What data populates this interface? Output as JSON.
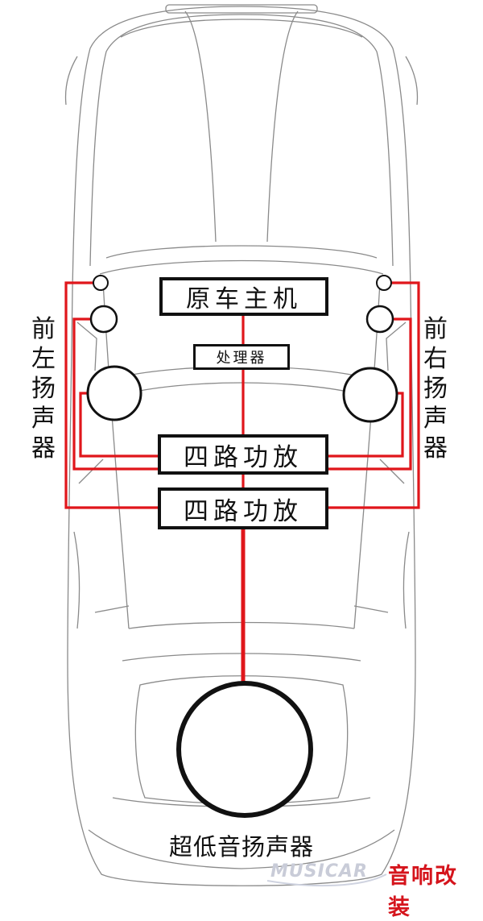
{
  "diagram": {
    "head_unit": "原车主机",
    "processor": "处理器",
    "amplifier_front": "四路功放",
    "amplifier_rear": "四路功放",
    "front_left_speaker": "前左扬声器",
    "front_right_speaker": "前右扬声器",
    "subwoofer": "超低音扬声器"
  },
  "watermark": {
    "latin_text": "MUSICAR",
    "chinese_text": "音响改装"
  },
  "colors": {
    "wire": "#e0161b",
    "outline": "#111111",
    "watermark_red": "#d5141c"
  }
}
